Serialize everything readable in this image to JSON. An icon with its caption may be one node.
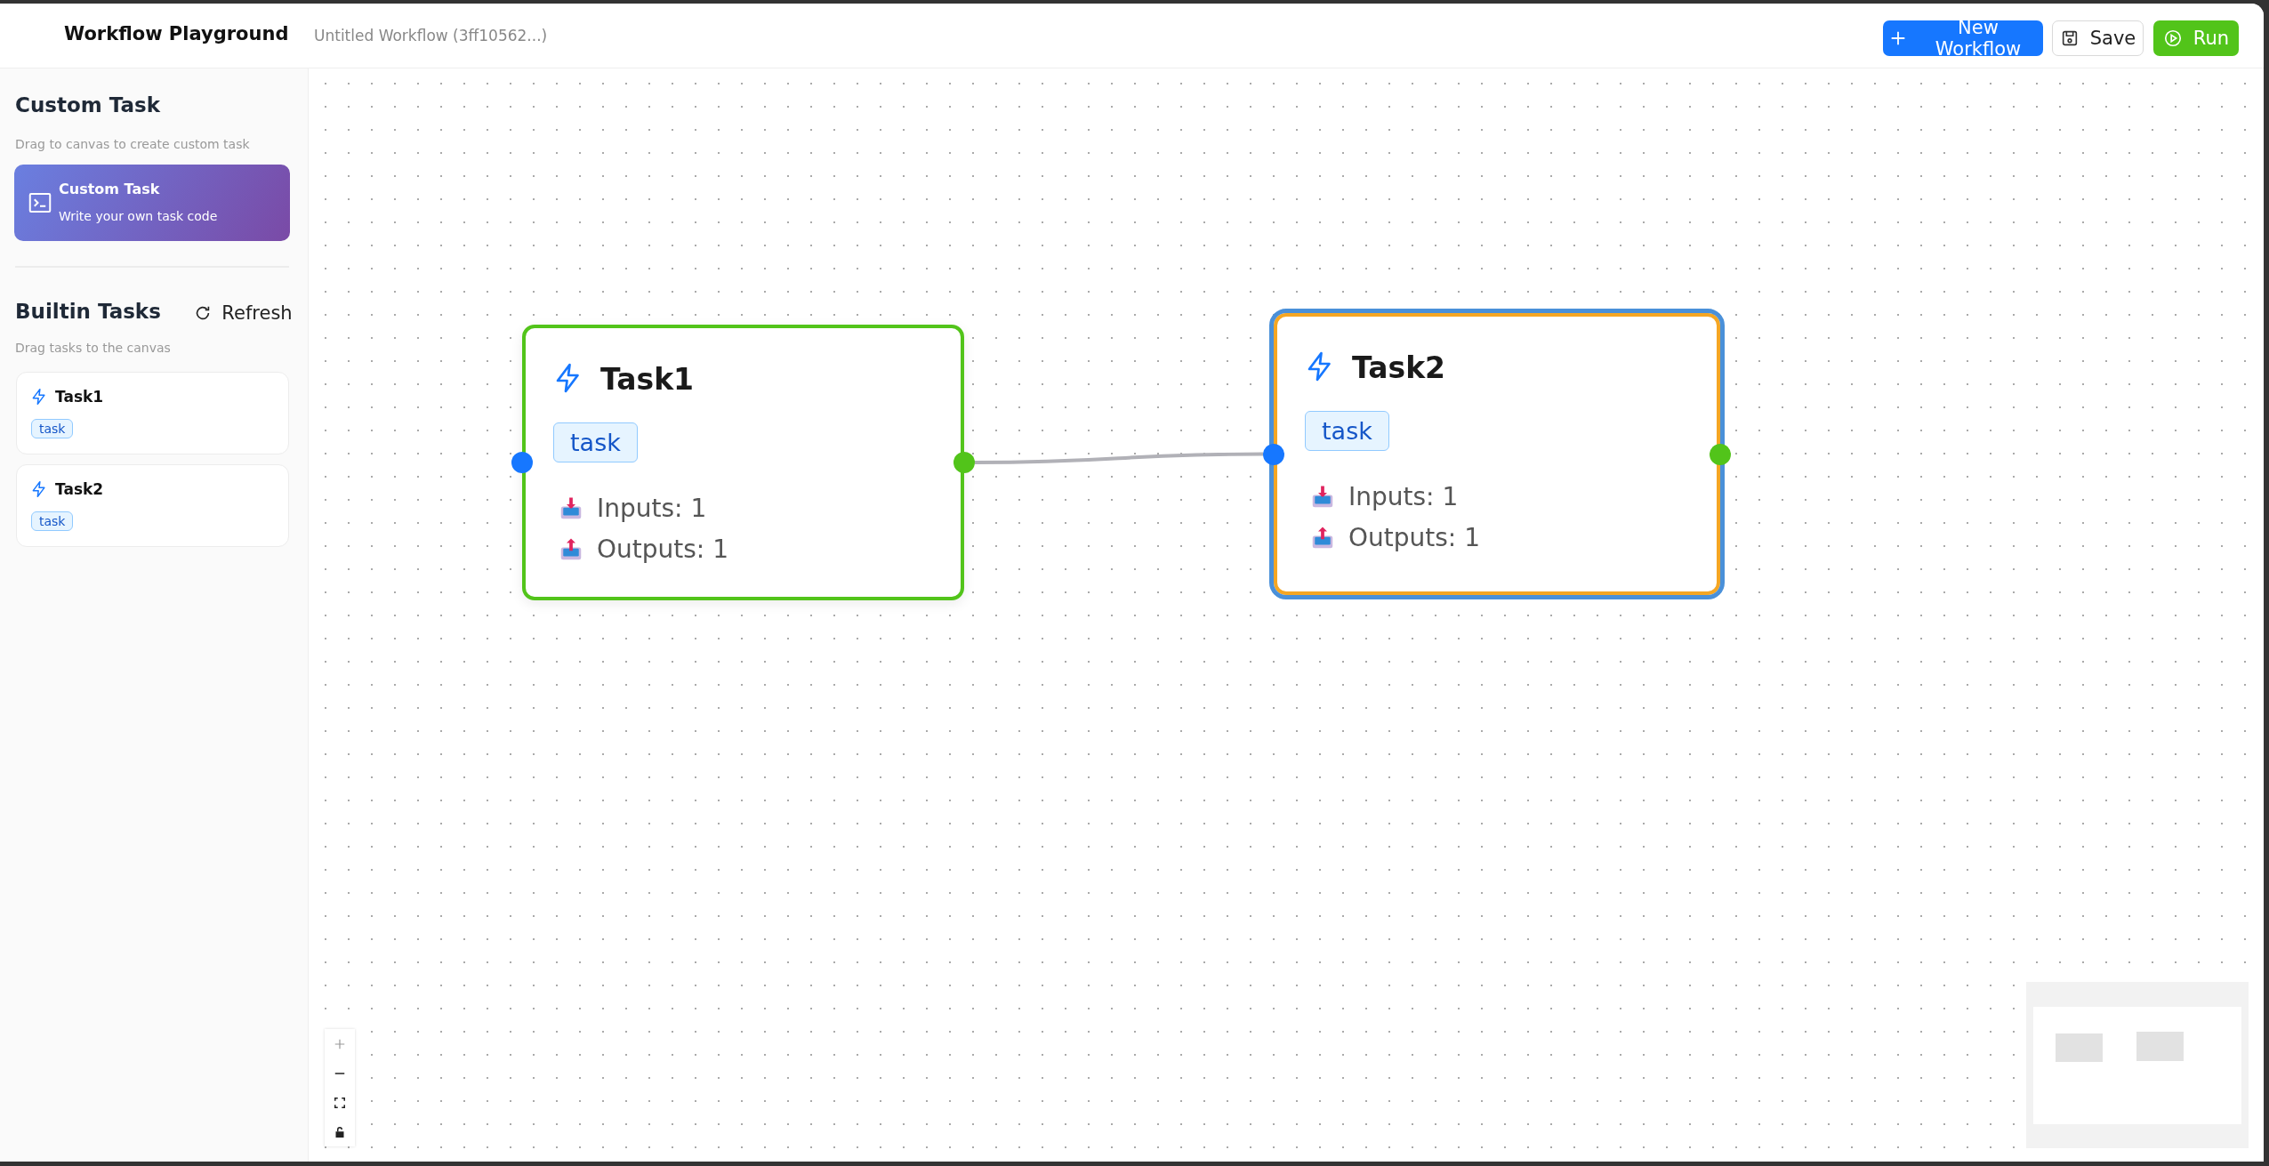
{
  "diagram": {
    "nodes": [
      {
        "text": [
          "Custom Task",
          "Write your own task code"
        ]
      },
      {
        "text": [
          "Task1",
          "task"
        ]
      },
      {
        "text": [
          "Task2",
          "task"
        ]
      },
      {
        "text": [
          "Task1",
          "task",
          "Inputs: 1",
          "Outputs: 1"
        ]
      },
      {
        "text": [
          "Task2",
          "task",
          "Inputs: 1",
          "Outputs: 1"
        ]
      }
    ],
    "edges": [
      {
        "from": 3,
        "to": 4,
        "arrow": "none"
      }
    ],
    "labels": [
      "Workflow Playground",
      "Untitled Workflow (3ff10562...)",
      "New Workflow",
      "Save",
      "Run",
      "Custom Task",
      "Drag to canvas to create custom task",
      "Builtin Tasks",
      "Refresh",
      "Drag tasks to the canvas"
    ]
  }
}
